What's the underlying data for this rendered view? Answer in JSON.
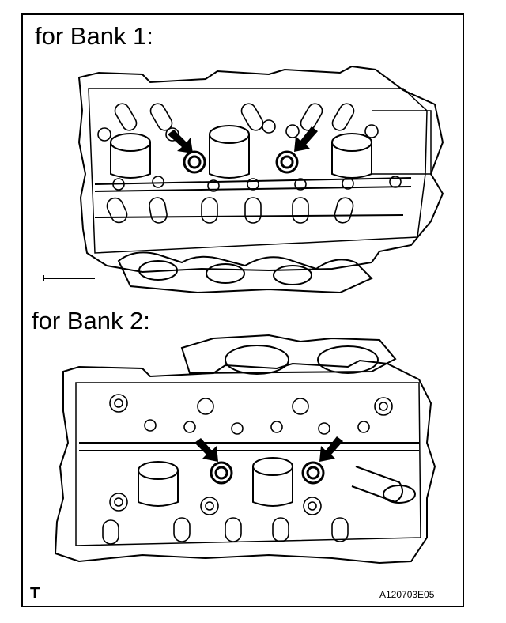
{
  "bank1_label": "for Bank 1:",
  "bank2_label": "for Bank 2:",
  "corner_mark": "T",
  "figure_code": "A120703E05",
  "colors": {
    "line": "#000000",
    "background": "#ffffff"
  },
  "icons": {
    "callout": "arrow-pointer-icon",
    "plug": "plug-ring-icon"
  }
}
